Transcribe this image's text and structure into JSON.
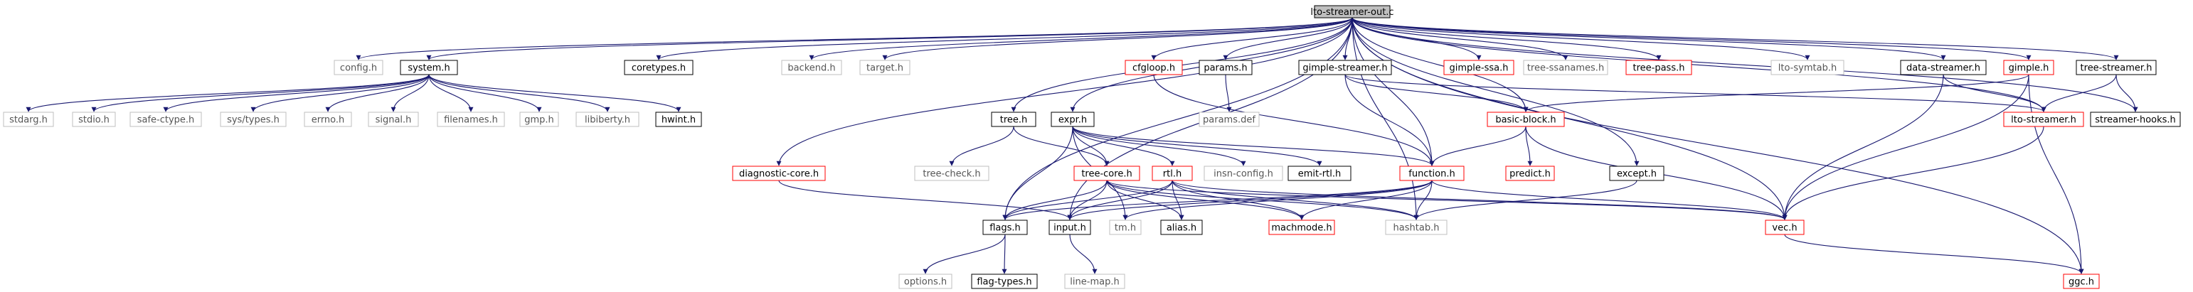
{
  "colors": {
    "edge": "#191970",
    "root_fill": "#bfbfbf",
    "border_black": "#000000",
    "border_red": "#ff0000",
    "border_gray": "#bfbfbf",
    "text_dark": "#000000",
    "text_gray": "#555555"
  },
  "nodes": {
    "lto_streamer_out_c": "lto-streamer-out.c",
    "config_h": "config.h",
    "system_h": "system.h",
    "coretypes_h": "coretypes.h",
    "backend_h": "backend.h",
    "target_h": "target.h",
    "cfgloop_h": "cfgloop.h",
    "params_h": "params.h",
    "gimple_streamer_h": "gimple-streamer.h",
    "gimple_ssa_h": "gimple-ssa.h",
    "tree_ssanames_h": "tree-ssanames.h",
    "tree_pass_h": "tree-pass.h",
    "lto_symtab_h": "lto-symtab.h",
    "data_streamer_h": "data-streamer.h",
    "gimple_h": "gimple.h",
    "tree_streamer_h": "tree-streamer.h",
    "stdarg_h": "stdarg.h",
    "stdio_h": "stdio.h",
    "safe_ctype_h": "safe-ctype.h",
    "sys_types_h": "sys/types.h",
    "errno_h": "errno.h",
    "signal_h": "signal.h",
    "filenames_h": "filenames.h",
    "gmp_h": "gmp.h",
    "libiberty_h": "libiberty.h",
    "hwint_h": "hwint.h",
    "diagnostic_core_h": "diagnostic-core.h",
    "tree_h": "tree.h",
    "expr_h": "expr.h",
    "params_def": "params.def",
    "basic_block_h": "basic-block.h",
    "lto_streamer_h": "lto-streamer.h",
    "streamer_hooks_h": "streamer-hooks.h",
    "tree_check_h": "tree-check.h",
    "tree_core_h": "tree-core.h",
    "rtl_h": "rtl.h",
    "insn_config_h": "insn-config.h",
    "emit_rtl_h": "emit-rtl.h",
    "function_h": "function.h",
    "predict_h": "predict.h",
    "except_h": "except.h",
    "flags_h": "flags.h",
    "input_h": "input.h",
    "tm_h": "tm.h",
    "alias_h": "alias.h",
    "machmode_h": "machmode.h",
    "hashtab_h": "hashtab.h",
    "vec_h": "vec.h",
    "options_h": "options.h",
    "flag_types_h": "flag-types.h",
    "line_map_h": "line-map.h",
    "ggc_h": "ggc.h"
  }
}
